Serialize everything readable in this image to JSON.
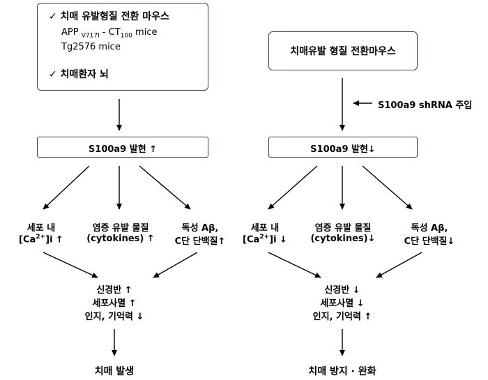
{
  "left": {
    "top_box": {
      "line1": "✓ 치매 유발형질 전환 마우스",
      "model1_prefix": "APP",
      "model1_sub1": "V717I",
      "model1_mid": " - CT",
      "model1_sub2": "100",
      "model1_suffix": " mice",
      "model2": "Tg2576 mice",
      "line_patient": "✓ 치매환자 뇌"
    },
    "expr_box": "S100a9 발현 ↑",
    "effects": [
      {
        "line1": "세포 내",
        "ca_pre": "[Ca",
        "ca_sup": "2+",
        "ca_post": "]i ↑"
      },
      {
        "line1": "염증 유발 물질",
        "line2": "(cytokines) ↑"
      },
      {
        "line1": "독성 Aβ,",
        "line2": "C단 단백질↑"
      }
    ],
    "outcome_lines": [
      "신경반 ↑",
      "세포사멸 ↑",
      "인지, 기억력 ↓"
    ],
    "final": "치매 발생"
  },
  "right": {
    "top_box": "치매유발 형질 전환마우스",
    "injection": "S100a9 shRNA 주입",
    "expr_box": "S100a9 발현↓",
    "effects": [
      {
        "line1": "세포 내",
        "ca_pre": "[Ca",
        "ca_sup": "2+",
        "ca_post": "]i ↓"
      },
      {
        "line1": "염증 유발 물질",
        "line2": "(cytokines)↓"
      },
      {
        "line1": "독성 Aβ,",
        "line2": "C단 단백질↓"
      }
    ],
    "outcome_lines": [
      "신경반 ↓",
      "세포사멸 ↓",
      "인지, 기억력 ↑"
    ],
    "final": "치매 방지 · 완화"
  },
  "colors": {
    "box_border": "#2d3e56",
    "arrow": "#000000"
  }
}
